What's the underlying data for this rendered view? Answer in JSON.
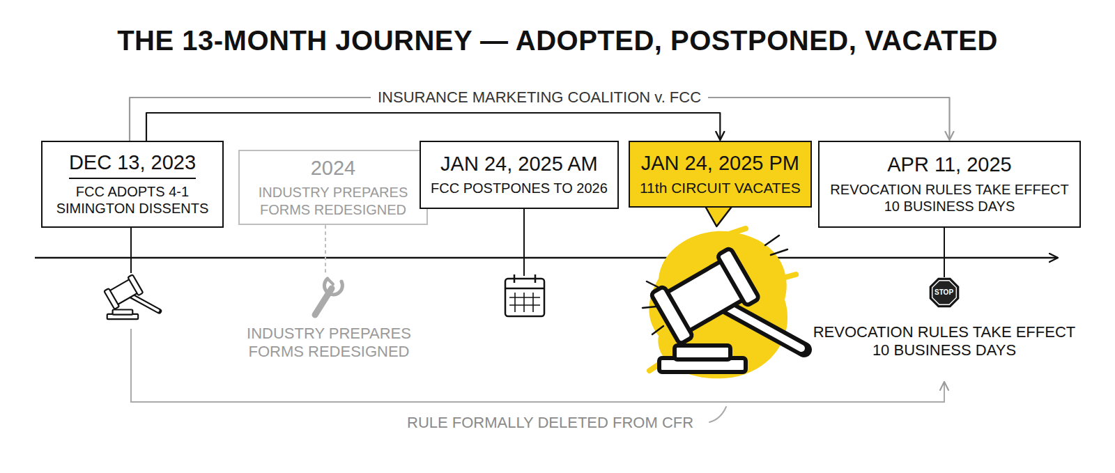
{
  "diagram": {
    "title": "THE 13-MONTH JOURNEY — ADOPTED, POSTPONED, VACATED",
    "nodes": [
      {
        "text": [
          "DEC 13, 2023",
          "FCC ADOPTS 4-1 SIMINGTON DISSENTS"
        ]
      },
      {
        "text": [
          "2024",
          "INDUSTRY PREPARES FORMS REDESIGNED"
        ]
      },
      {
        "text": [
          "JAN 24, 2025 AM",
          "FCC POSTPONES TO 2026"
        ]
      },
      {
        "text": [
          "JAN 24, 2025 PM",
          "11th CIRCUIT VACATES"
        ]
      },
      {
        "text": [
          "APR 11, 2025",
          "REVOCATION RULES TAKE EFFECT 10 BUSINESS DAYS"
        ]
      }
    ],
    "edges": [
      {
        "from": 0,
        "to": 4,
        "label": "INSURANCE MARKETING COALITION v. FCC",
        "arrow": "to"
      },
      {
        "from": 0,
        "to": 3,
        "arrow": "to"
      }
    ],
    "labels": [
      "INDUSTRY PREPARES FORMS REDESIGNED",
      "STOP",
      "REVOCATION RULES TAKE EFFECT 10 BUSINESS DAYS",
      "RULE FORMALLY DELETED FROM CFR"
    ]
  }
}
